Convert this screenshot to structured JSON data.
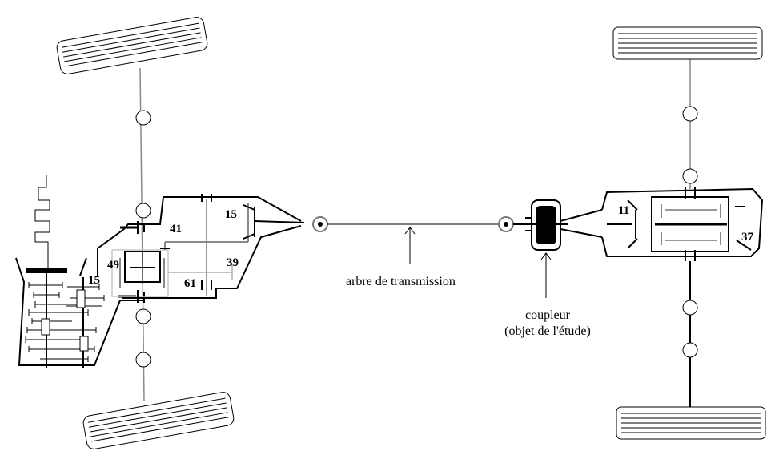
{
  "labels": {
    "l41": "41",
    "l15a": "15",
    "l39": "39",
    "l49": "49",
    "l61": "61",
    "l15b": "15",
    "l11": "11",
    "l37": "37"
  },
  "captions": {
    "shaft": "arbre de transmission",
    "coupler_line1": "coupleur",
    "coupler_line2": "(objet de l'étude)"
  },
  "colors": {
    "line": "#000000",
    "grey": "#8a8a8a",
    "light_grey": "#b0b0b0"
  }
}
